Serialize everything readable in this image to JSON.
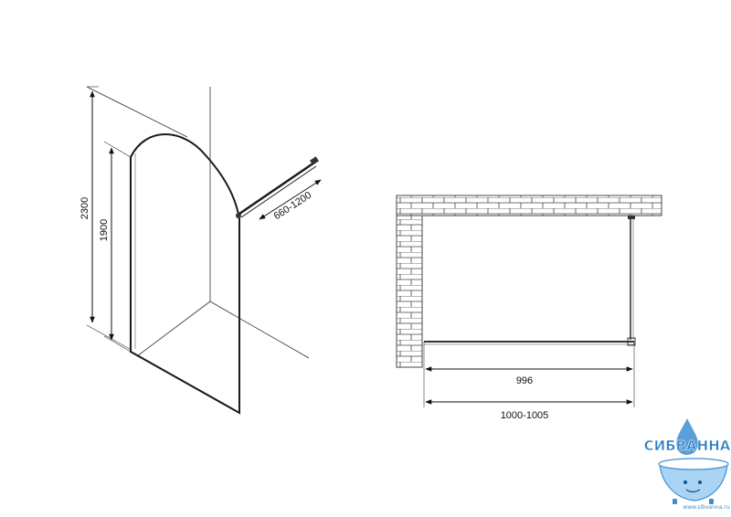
{
  "views": {
    "perspective": {
      "height_overall": "2300",
      "height_panel": "1900",
      "bar_length": "660-1200"
    },
    "plan": {
      "panel_width": "996",
      "opening_width": "1000-1005"
    }
  },
  "logo": {
    "brand": "СИБВАННА",
    "url": "www.sibvanna.ru"
  },
  "colors": {
    "line": "#1a1a1a",
    "brick": "#444444",
    "logo_blue": "#3d8fd1",
    "logo_light": "#a9d4f3"
  }
}
